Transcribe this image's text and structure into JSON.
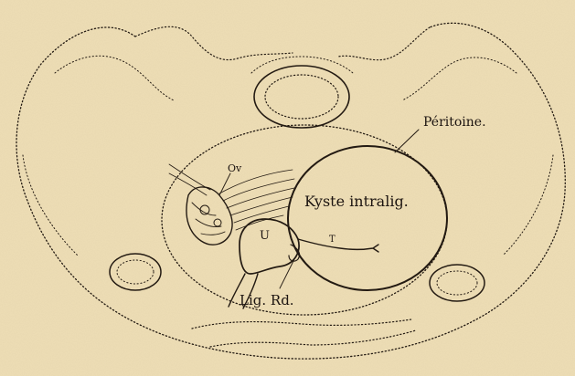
{
  "labels": {
    "peritoine": "Péritoine.",
    "kyste": "Kyste intralig.",
    "ovary": "Ov",
    "uterus": "U",
    "tube": "T",
    "ligament": "Lig. Rd."
  },
  "colors": {
    "paper": "#efdfb6",
    "ink": "#231a12"
  }
}
